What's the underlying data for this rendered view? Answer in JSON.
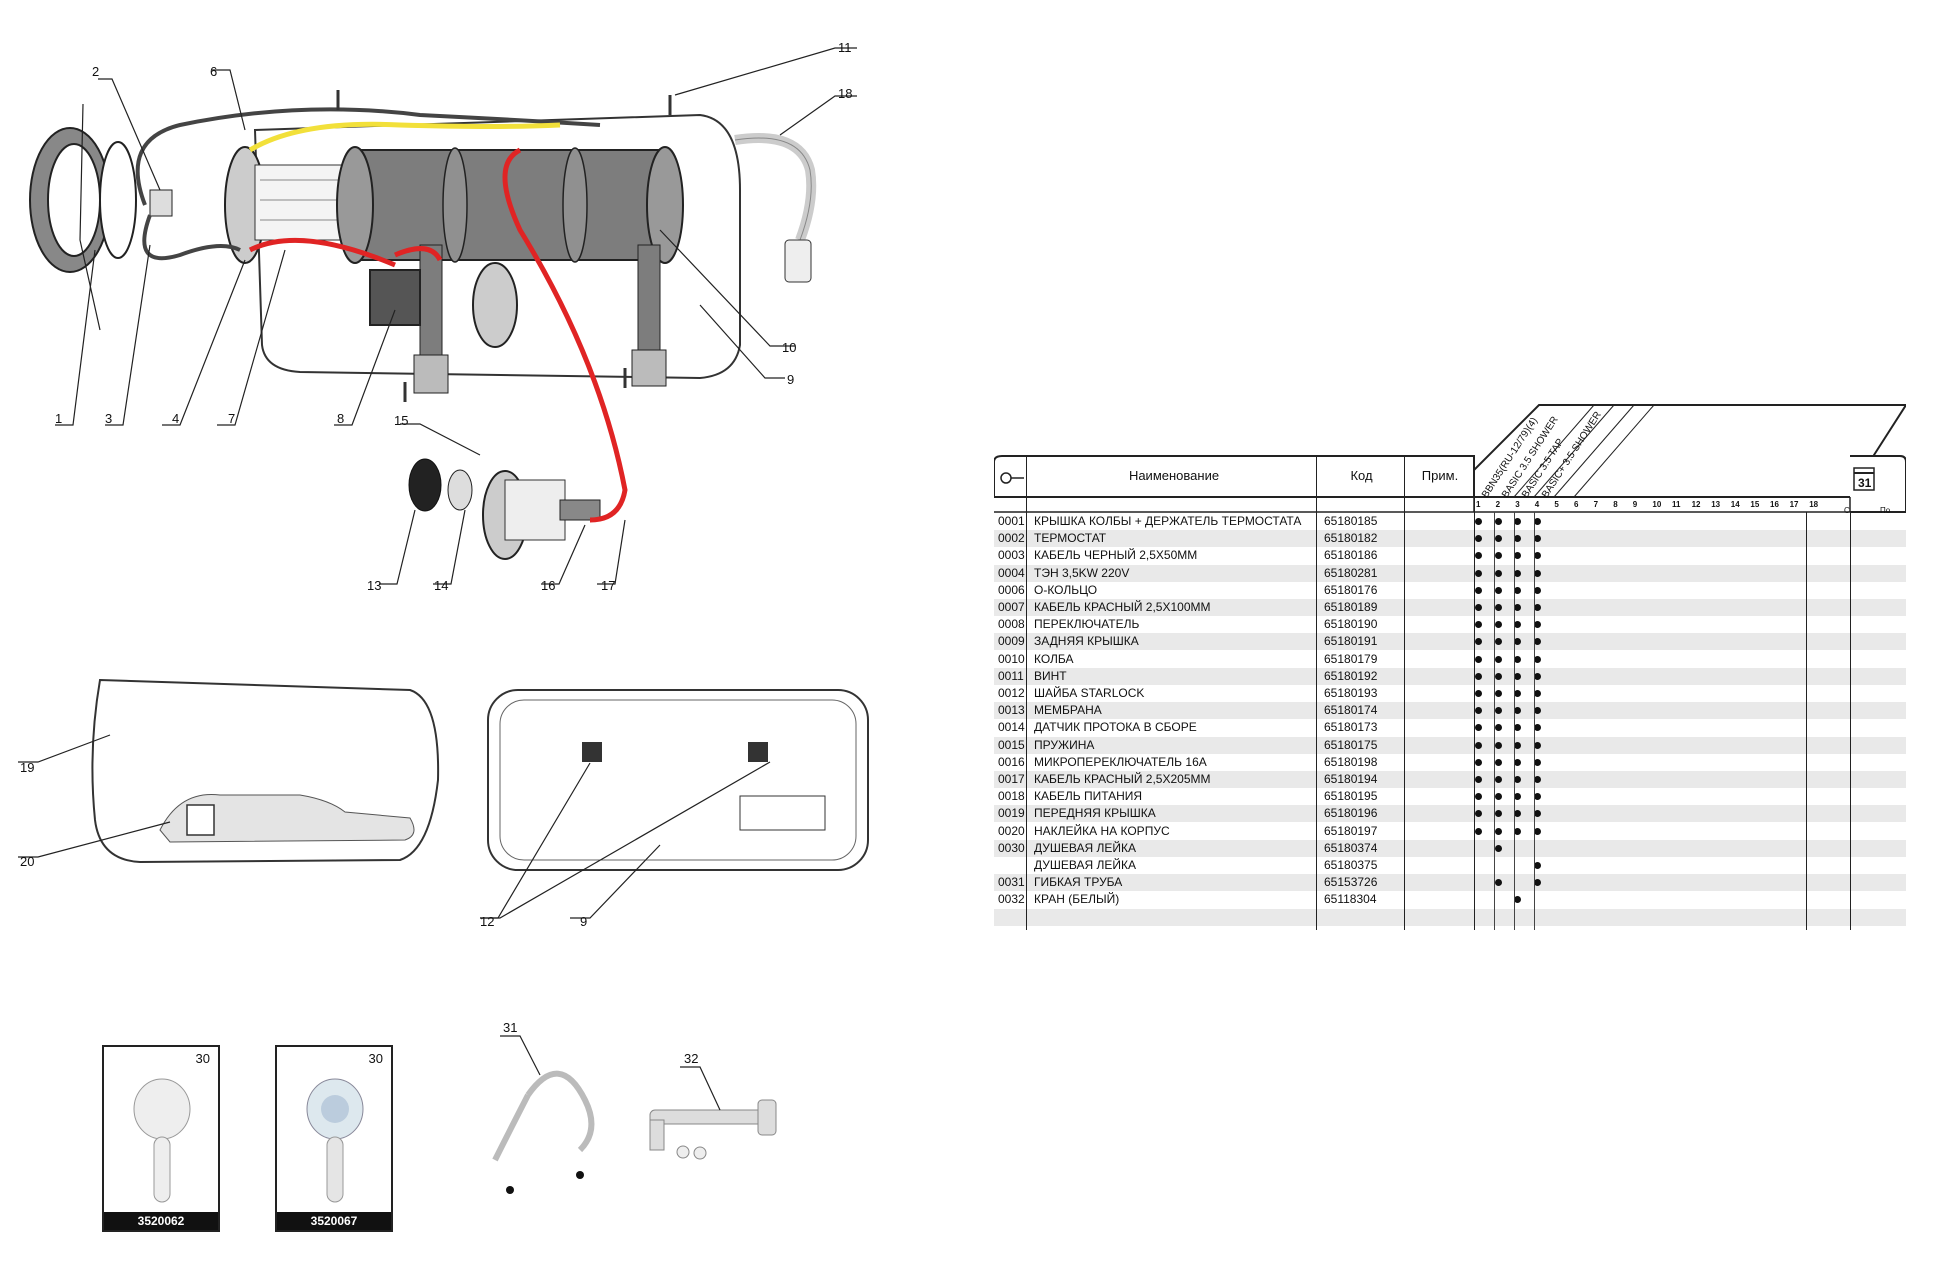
{
  "callouts": {
    "c1": "1",
    "c2": "2",
    "c3": "3",
    "c4": "4",
    "c6": "6",
    "c7": "7",
    "c8": "8",
    "c9a": "9",
    "c9b": "9",
    "c10": "10",
    "c11": "11",
    "c12": "12",
    "c13": "13",
    "c14": "14",
    "c15": "15",
    "c16": "16",
    "c17": "17",
    "c18": "18",
    "c19": "19",
    "c20": "20",
    "c31": "31",
    "c32": "32"
  },
  "photos": [
    {
      "num": "30",
      "code": "3520062"
    },
    {
      "num": "30",
      "code": "3520067"
    }
  ],
  "table": {
    "header": {
      "name": "Наименование",
      "code": "Код",
      "note": "Прим.",
      "c": "С",
      "po": "По",
      "calendar": "31"
    },
    "models": [
      "BBN35(RU-12/79)(4)",
      "BASIC 3.5 SHOWER",
      "BASIC 3.5 TAP",
      "BASIC+ 3.5 SHOWER"
    ],
    "col_numbers": [
      "1",
      "2",
      "3",
      "4",
      "5",
      "6",
      "7",
      "8",
      "9",
      "10",
      "11",
      "12",
      "13",
      "14",
      "15",
      "16",
      "17",
      "18"
    ],
    "rows": [
      {
        "no": "0001",
        "name": "КРЫШКА КОЛБЫ + ДЕРЖАТЕЛЬ ТЕРМОСТАТА",
        "code": "65180185",
        "marks": [
          1,
          2,
          3,
          4
        ]
      },
      {
        "no": "0002",
        "name": "ТЕРМОСТАТ",
        "code": "65180182",
        "marks": [
          1,
          2,
          3,
          4
        ]
      },
      {
        "no": "0003",
        "name": "КАБЕЛЬ ЧЕРНЫЙ 2,5Х50ММ",
        "code": "65180186",
        "marks": [
          1,
          2,
          3,
          4
        ]
      },
      {
        "no": "0004",
        "name": "ТЭН 3,5KW 220V",
        "code": "65180281",
        "marks": [
          1,
          2,
          3,
          4
        ]
      },
      {
        "no": "0006",
        "name": "О-КОЛЬЦО",
        "code": "65180176",
        "marks": [
          1,
          2,
          3,
          4
        ]
      },
      {
        "no": "0007",
        "name": "КАБЕЛЬ КРАСНЫЙ 2,5Х100ММ",
        "code": "65180189",
        "marks": [
          1,
          2,
          3,
          4
        ]
      },
      {
        "no": "0008",
        "name": "ПЕРЕКЛЮЧАТЕЛЬ",
        "code": "65180190",
        "marks": [
          1,
          2,
          3,
          4
        ]
      },
      {
        "no": "0009",
        "name": "ЗАДНЯЯ КРЫШКА",
        "code": "65180191",
        "marks": [
          1,
          2,
          3,
          4
        ]
      },
      {
        "no": "0010",
        "name": "КОЛБА",
        "code": "65180179",
        "marks": [
          1,
          2,
          3,
          4
        ]
      },
      {
        "no": "0011",
        "name": "ВИНТ",
        "code": "65180192",
        "marks": [
          1,
          2,
          3,
          4
        ]
      },
      {
        "no": "0012",
        "name": "ШАЙБА STARLOCK",
        "code": "65180193",
        "marks": [
          1,
          2,
          3,
          4
        ]
      },
      {
        "no": "0013",
        "name": "МЕМБРАНА",
        "code": "65180174",
        "marks": [
          1,
          2,
          3,
          4
        ]
      },
      {
        "no": "0014",
        "name": "ДАТЧИК ПРОТОКА В СБОРЕ",
        "code": "65180173",
        "marks": [
          1,
          2,
          3,
          4
        ]
      },
      {
        "no": "0015",
        "name": "ПРУЖИНА",
        "code": "65180175",
        "marks": [
          1,
          2,
          3,
          4
        ]
      },
      {
        "no": "0016",
        "name": "МИКРОПЕРЕКЛЮЧАТЕЛЬ 16А",
        "code": "65180198",
        "marks": [
          1,
          2,
          3,
          4
        ]
      },
      {
        "no": "0017",
        "name": "КАБЕЛЬ КРАСНЫЙ 2,5Х205ММ",
        "code": "65180194",
        "marks": [
          1,
          2,
          3,
          4
        ]
      },
      {
        "no": "0018",
        "name": "КАБЕЛЬ ПИТАНИЯ",
        "code": "65180195",
        "marks": [
          1,
          2,
          3,
          4
        ]
      },
      {
        "no": "0019",
        "name": "ПЕРЕДНЯЯ КРЫШКА",
        "code": "65180196",
        "marks": [
          1,
          2,
          3,
          4
        ]
      },
      {
        "no": "0020",
        "name": "НАКЛЕЙКА НА КОРПУС",
        "code": "65180197",
        "marks": [
          1,
          2,
          3,
          4
        ]
      },
      {
        "no": "0030",
        "name": "ДУШЕВАЯ ЛЕЙКА",
        "code": "65180374",
        "marks": [
          2
        ]
      },
      {
        "no": "",
        "name": "ДУШЕВАЯ ЛЕЙКА",
        "code": "65180375",
        "marks": [
          4
        ]
      },
      {
        "no": "0031",
        "name": "ГИБКАЯ ТРУБА",
        "code": "65153726",
        "marks": [
          2,
          4
        ]
      },
      {
        "no": "0032",
        "name": "КРАН (БЕЛЫЙ)",
        "code": "65118304",
        "marks": [
          3
        ]
      },
      {
        "no": "",
        "name": "",
        "code": "",
        "marks": []
      }
    ]
  },
  "colors": {
    "red_wire": "#e02424",
    "yellow_wire": "#f2e03a",
    "body_grey": "#7d7d7d",
    "row_stripe": "#e9e9e9"
  }
}
